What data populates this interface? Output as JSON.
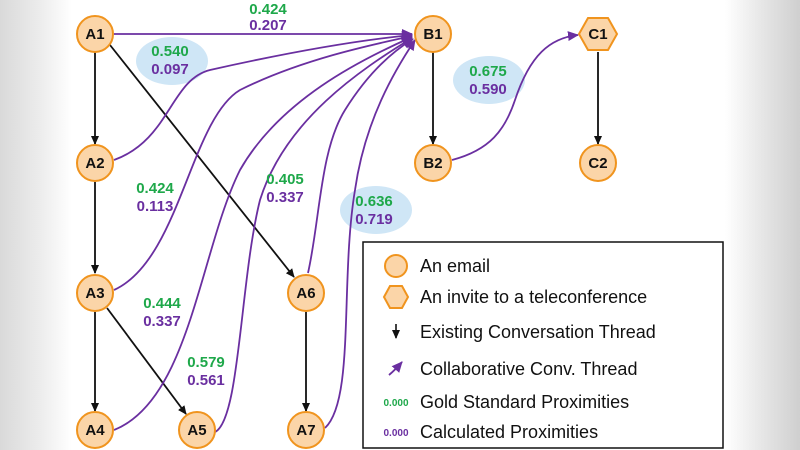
{
  "nodes": {
    "A1": "A1",
    "A2": "A2",
    "A3": "A3",
    "A4": "A4",
    "A5": "A5",
    "A6": "A6",
    "A7": "A7",
    "B1": "B1",
    "B2": "B2",
    "C1": "C1",
    "C2": "C2"
  },
  "proximities": {
    "a1_b1": {
      "gold": "0.424",
      "calc": "0.207"
    },
    "a2_b1": {
      "gold": "0.540",
      "calc": "0.097"
    },
    "b2_c1": {
      "gold": "0.675",
      "calc": "0.590"
    },
    "a3_b1": {
      "gold": "0.424",
      "calc": "0.113"
    },
    "a6_b1": {
      "gold": "0.405",
      "calc": "0.337"
    },
    "a7_b1": {
      "gold": "0.636",
      "calc": "0.719"
    },
    "a4_b1": {
      "gold": "0.444",
      "calc": "0.337"
    },
    "a5_b1": {
      "gold": "0.579",
      "calc": "0.561"
    }
  },
  "legend": {
    "email": "An email",
    "invite": "An invite to a teleconference",
    "existing": "Existing Conversation Thread",
    "collab": "Collaborative Conv. Thread",
    "gold_sample": "0.000",
    "gold": "Gold Standard Proximities",
    "calc_sample": "0.000",
    "calc": "Calculated Proximities"
  },
  "colors": {
    "node_fill": "#fbd5a8",
    "node_stroke": "#f0941e",
    "existing": "#111111",
    "collab": "#6a2fa0",
    "gold": "#1ea84a",
    "calc": "#6a2fa0",
    "highlight": "#cfe6f6"
  }
}
